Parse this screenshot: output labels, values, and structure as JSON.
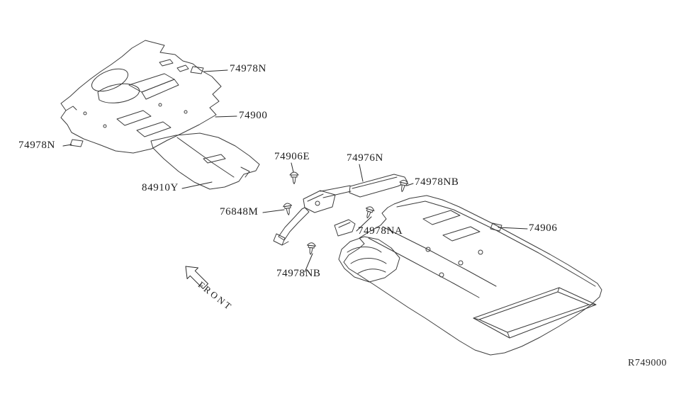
{
  "diagram": {
    "description": "Floor trimming parts exploded diagram",
    "front_label": "FRONT",
    "footer_code": "R749000",
    "labels": [
      {
        "id": "74978N-top",
        "text": "74978N"
      },
      {
        "id": "74900",
        "text": "74900"
      },
      {
        "id": "74978N-left",
        "text": "74978N"
      },
      {
        "id": "84910Y",
        "text": "84910Y"
      },
      {
        "id": "74906E",
        "text": "74906E"
      },
      {
        "id": "74976N",
        "text": "74976N"
      },
      {
        "id": "74978NB-upper",
        "text": "74978NB"
      },
      {
        "id": "76848M",
        "text": "76848M"
      },
      {
        "id": "74978NA",
        "text": "74978NA"
      },
      {
        "id": "74978NB-lower",
        "text": "74978NB"
      },
      {
        "id": "74906",
        "text": "74906"
      }
    ],
    "icons": {
      "front_arrow": "hollow-arrow-up-left",
      "fastener": "push-clip"
    },
    "colors": {
      "line": "#3c3c3c",
      "text": "#1c1c1c",
      "background": "#ffffff"
    }
  }
}
